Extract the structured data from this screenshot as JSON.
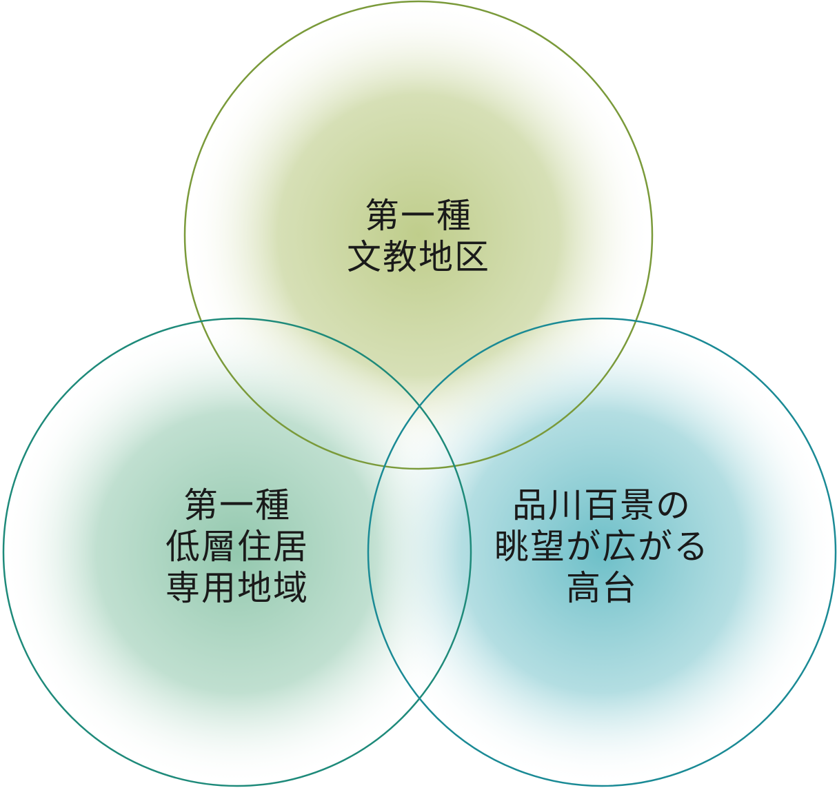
{
  "diagram": {
    "type": "venn",
    "circles": [
      {
        "id": "top",
        "lines": [
          "第一種",
          "文教地区"
        ],
        "stroke": "#7a9a3a",
        "fill": "#c9d59e"
      },
      {
        "id": "left",
        "lines": [
          "第一種",
          "低層住居",
          "専用地域"
        ],
        "stroke": "#1e8a7a",
        "fill": "#a7d3bf"
      },
      {
        "id": "right",
        "lines": [
          "品川百景の",
          "眺望が広がる",
          "高台"
        ],
        "stroke": "#1a8a95",
        "fill": "#8ccdd3"
      }
    ]
  }
}
